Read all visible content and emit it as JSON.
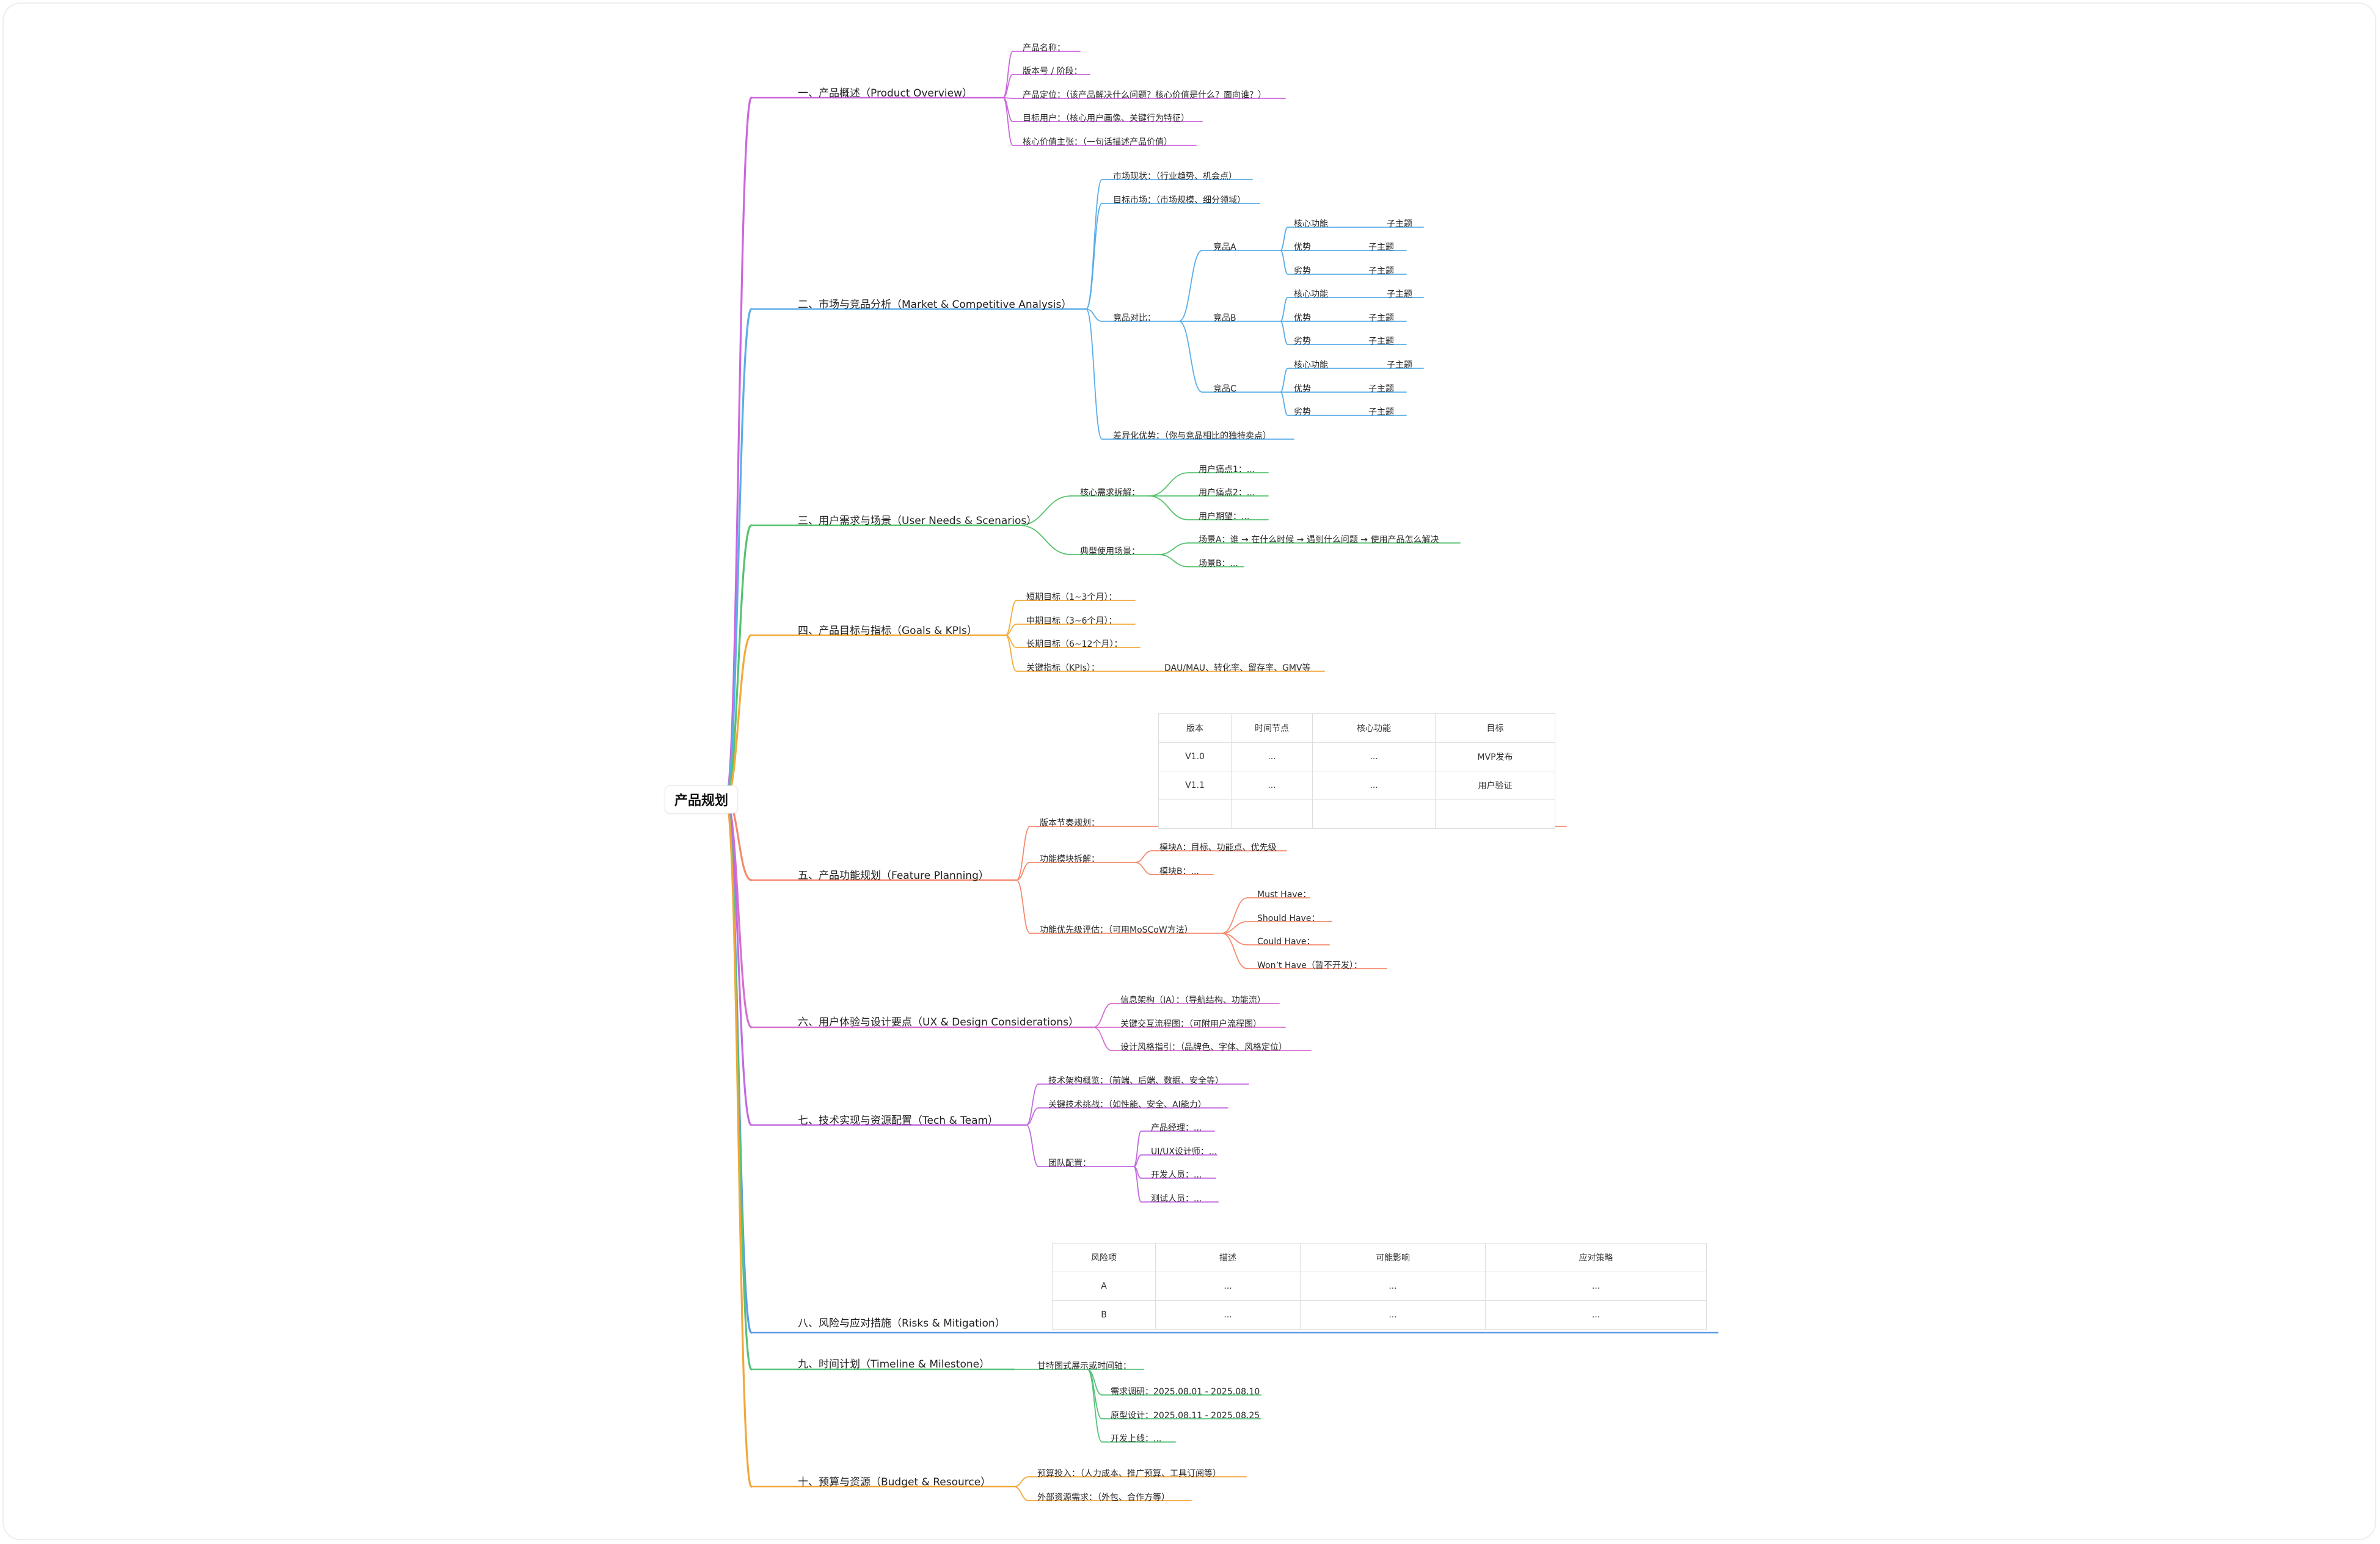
{
  "root": {
    "label": "产品规划"
  },
  "branches": [
    {
      "title": "一、产品概述（Product Overview）",
      "color": "#cc66dd",
      "items": [
        "产品名称：",
        "版本号 / 阶段：",
        "产品定位：（该产品解决什么问题？核心价值是什么？面向谁？）",
        "目标用户：（核心用户画像、关键行为特征）",
        "核心价值主张：（一句话描述产品价值）"
      ]
    },
    {
      "title": "二、市场与竞品分析（Market & Competitive Analysis）",
      "color": "#5aaee8",
      "items": [
        "市场现状：（行业趋势、机会点）",
        "目标市场：（市场规模、细分领域）",
        "竞品对比：",
        "差异化优势：（你与竞品相比的独特卖点）"
      ],
      "competitors": [
        {
          "name": "竞品A",
          "attributes": [
            {
              "label": "核心功能",
              "topic": "子主题"
            },
            {
              "label": "优势",
              "topic": "子主题"
            },
            {
              "label": "劣势",
              "topic": "子主题"
            }
          ]
        },
        {
          "name": "竞品B",
          "attributes": [
            {
              "label": "核心功能",
              "topic": "子主题"
            },
            {
              "label": "优势",
              "topic": "子主题"
            },
            {
              "label": "劣势",
              "topic": "子主题"
            }
          ]
        },
        {
          "name": "竞品C",
          "attributes": [
            {
              "label": "核心功能",
              "topic": "子主题"
            },
            {
              "label": "优势",
              "topic": "子主题"
            },
            {
              "label": "劣势",
              "topic": "子主题"
            }
          ]
        }
      ]
    },
    {
      "title": "三、用户需求与场景（User Needs & Scenarios）",
      "color": "#56c26e",
      "items": [
        "核心需求拆解：",
        "典型使用场景："
      ],
      "needs": [
        "用户痛点1：...",
        "用户痛点2：...",
        "用户期望：..."
      ],
      "scenarios": [
        "场景A：谁 → 在什么时候 → 遇到什么问题 → 使用产品怎么解决",
        "场景B：..."
      ]
    },
    {
      "title": "四、产品目标与指标（Goals & KPIs）",
      "color": "#f2aa3a",
      "items": [
        "短期目标（1~3个月）：",
        "中期目标（3~6个月）：",
        "长期目标（6~12个月）：",
        "关键指标（KPIs）："
      ],
      "kpi_detail": "DAU/MAU、转化率、留存率、GMV等"
    },
    {
      "title": "五、产品功能规划（Feature Planning）",
      "color": "#f48a6e",
      "items": [
        "版本节奏规划：",
        "功能模块拆解：",
        "功能优先级评估：（可用MoSCoW方法）"
      ],
      "modules": [
        "模块A：目标、功能点、优先级",
        "模块B：..."
      ],
      "priorities": [
        "Must Have：",
        "Should Have：",
        "Could Have：",
        "Won’t Have（暂不开发）："
      ],
      "version_table": {
        "headers": [
          "版本",
          "时间节点",
          "核心功能",
          "目标"
        ],
        "rows": [
          [
            "V1.0",
            "...",
            "...",
            "MVP发布"
          ],
          [
            "V1.1",
            "...",
            "...",
            "用户验证"
          ],
          [
            "",
            "",
            "",
            ""
          ]
        ]
      }
    },
    {
      "title": "六、用户体验与设计要点（UX & Design Considerations）",
      "color": "#d66fd0",
      "items": [
        "信息架构（IA）：（导航结构、功能流）",
        "关键交互流程图：（可附用户流程图）",
        "设计风格指引：（品牌色、字体、风格定位）"
      ]
    },
    {
      "title": "七、技术实现与资源配置（Tech & Team）",
      "color": "#c36ae0",
      "items": [
        "技术架构概览：（前端、后端、数据、安全等）",
        "关键技术挑战：（如性能、安全、AI能力）",
        "团队配置："
      ],
      "team": [
        "产品经理：...",
        "UI/UX设计师：...",
        "开发人员：...",
        "测试人员：..."
      ]
    },
    {
      "title": "八、风险与应对措施（Risks & Mitigation）",
      "color": "#5c9ce6",
      "items": [],
      "risk_table": {
        "headers": [
          "风险项",
          "描述",
          "可能影响",
          "应对策略"
        ],
        "rows": [
          [
            "A",
            "...",
            "...",
            "..."
          ],
          [
            "B",
            "...",
            "...",
            "..."
          ]
        ]
      }
    },
    {
      "title": "九、时间计划（Timeline & Milestone）",
      "color": "#57c27a",
      "items": [
        "甘特图式展示或时间轴："
      ],
      "timeline": [
        "需求调研：2025.08.01 - 2025.08.10",
        "原型设计：2025.08.11 - 2025.08.25",
        "开发上线：..."
      ]
    },
    {
      "title": "十、预算与资源（Budget & Resource）",
      "color": "#f2a73a",
      "items": [
        "预算投入：（人力成本、推广预算、工具订阅等）",
        "外部资源需求：（外包、合作方等）"
      ]
    }
  ]
}
